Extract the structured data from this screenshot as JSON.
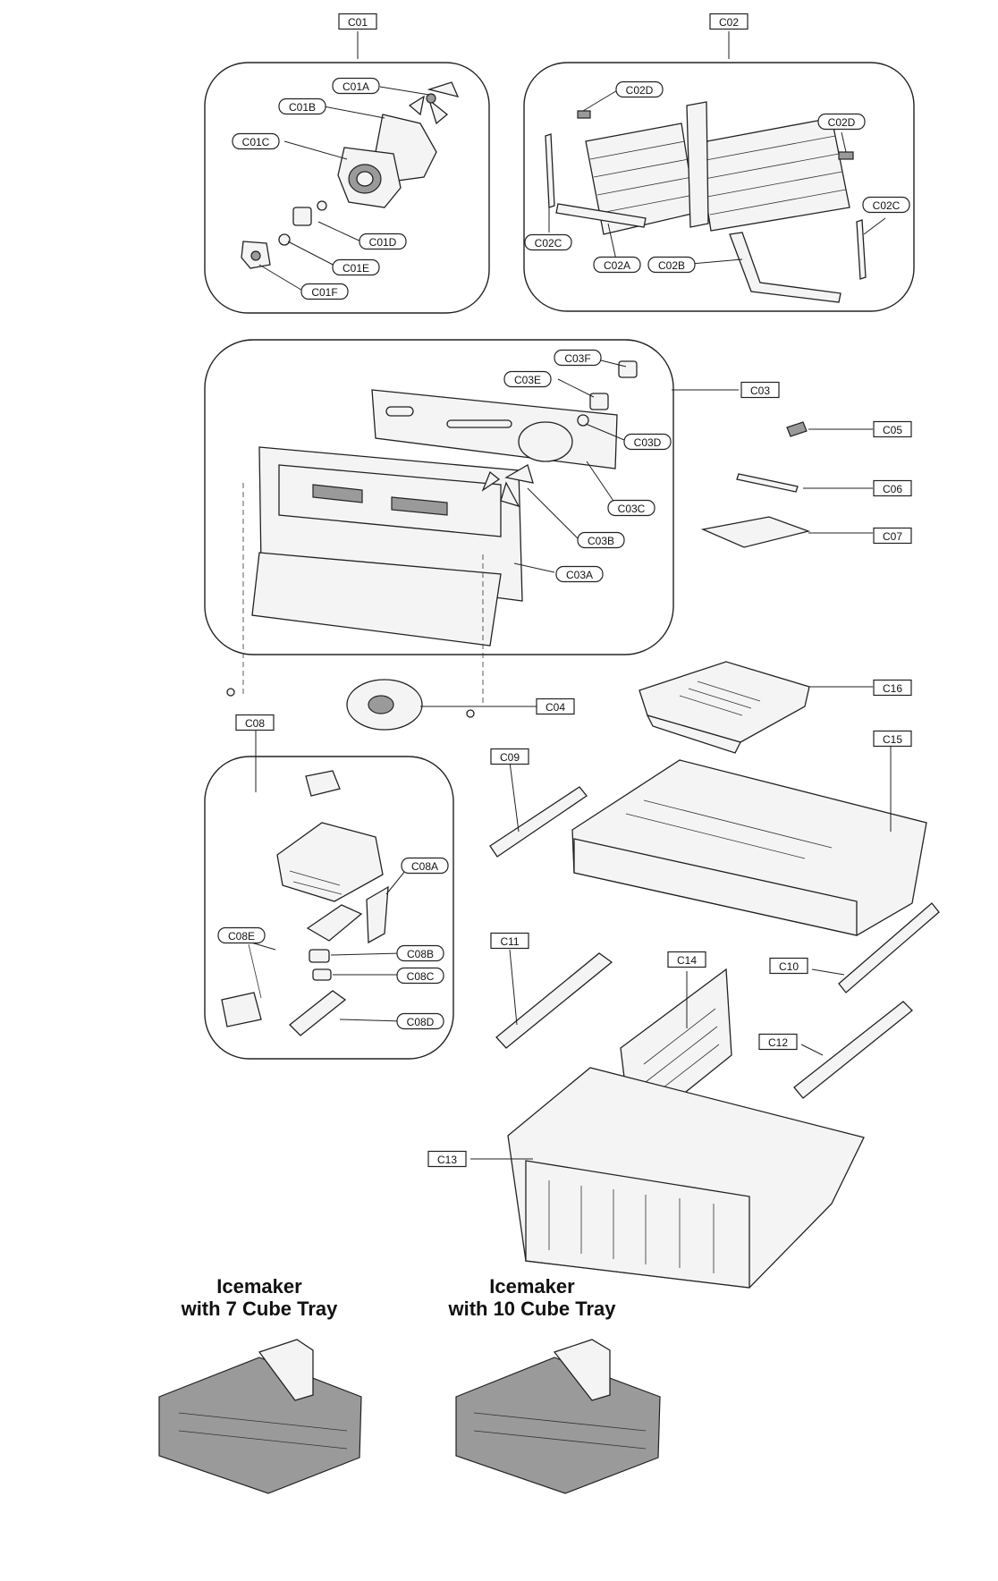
{
  "labels": {
    "C01": "C01",
    "C01A": "C01A",
    "C01B": "C01B",
    "C01C": "C01C",
    "C01D": "C01D",
    "C01E": "C01E",
    "C01F": "C01F",
    "C02": "C02",
    "C02A": "C02A",
    "C02B": "C02B",
    "C02C": "C02C",
    "C02D": "C02D",
    "C03": "C03",
    "C03A": "C03A",
    "C03B": "C03B",
    "C03C": "C03C",
    "C03D": "C03D",
    "C03E": "C03E",
    "C03F": "C03F",
    "C04": "C04",
    "C05": "C05",
    "C06": "C06",
    "C07": "C07",
    "C08": "C08",
    "C08A": "C08A",
    "C08B": "C08B",
    "C08C": "C08C",
    "C08D": "C08D",
    "C08E": "C08E",
    "C09": "C09",
    "C10": "C10",
    "C11": "C11",
    "C12": "C12",
    "C13": "C13",
    "C14": "C14",
    "C15": "C15",
    "C16": "C16"
  },
  "captions": {
    "icemaker_7": {
      "line1": "Icemaker",
      "line2": "with 7 Cube Tray"
    },
    "icemaker_10": {
      "line1": "Icemaker",
      "line2": "with 10 Cube Tray"
    }
  }
}
